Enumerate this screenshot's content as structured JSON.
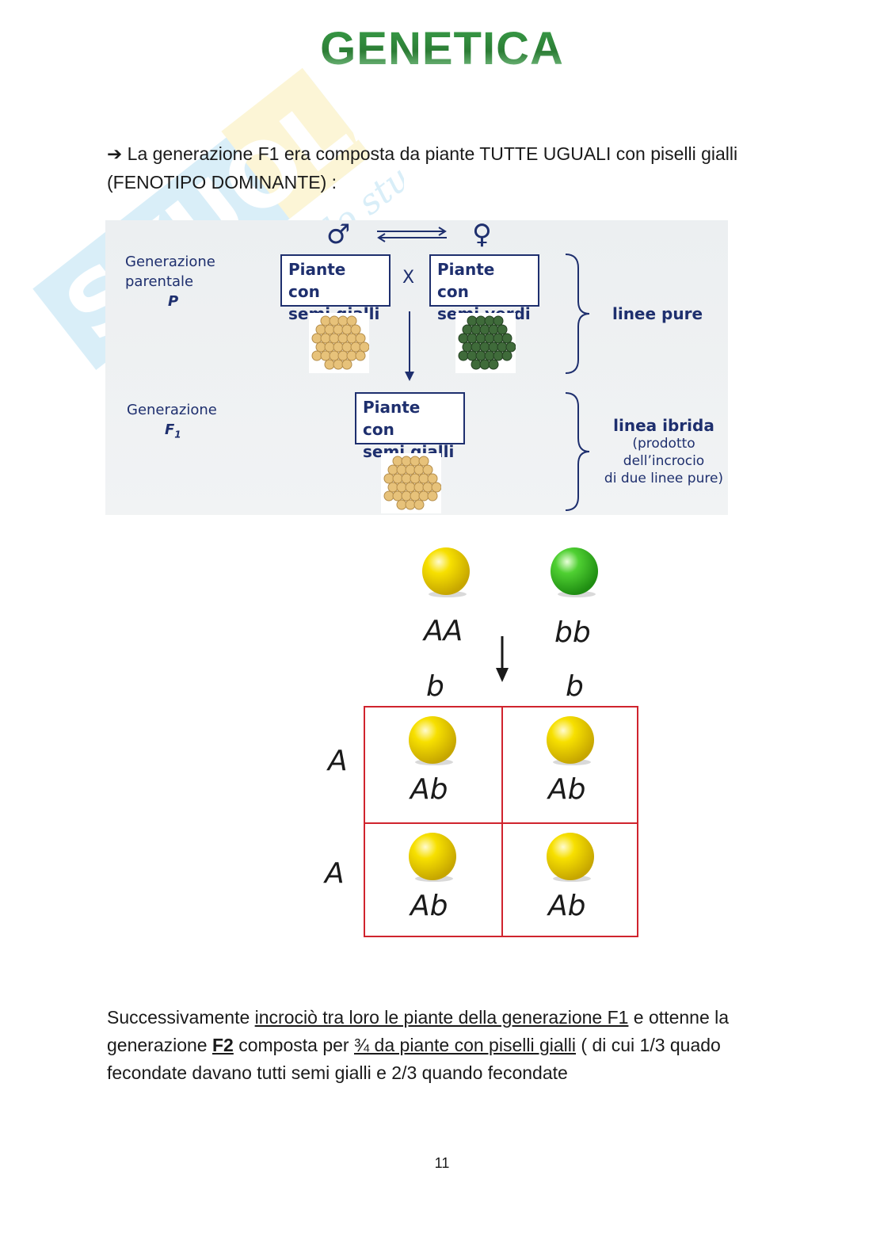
{
  "header": {
    "title": "GENETICA"
  },
  "watermark": {
    "brand": "SKUOLA.net",
    "tagline": "il paradiso dello studente"
  },
  "intro": {
    "arrow": "➔",
    "text": "La generazione F1 era composta da piante TUTTE UGUALI con piselli gialli (FENOTIPO DOMINANTE) :"
  },
  "diagram": {
    "male_symbol": "♂",
    "female_symbol": "♀",
    "parental_label": [
      "Generazione",
      "parentale",
      "P"
    ],
    "f1_label": [
      "Generazione",
      "F"
    ],
    "f1_sub": "1",
    "box_yellow": [
      "Piante con",
      "semi gialli"
    ],
    "box_green": [
      "Piante con",
      "semi verdi"
    ],
    "cross": "X",
    "box_f1": [
      "Piante con",
      "semi gialli"
    ],
    "pure_lines": "linee pure",
    "hybrid_title": "linea ibrida",
    "hybrid_desc": [
      "(prodotto",
      "dell’incrocio",
      "di due linee pure)"
    ],
    "colors": {
      "navy": "#1e2f6e",
      "yellow_seed": "#e7c27a",
      "green_seed": "#3f6b3a"
    }
  },
  "punnett": {
    "parent1": "AA",
    "parent2": "bb",
    "col_alleles": [
      "b",
      "b"
    ],
    "row_alleles": [
      "A",
      "A"
    ],
    "cells": [
      "Ab",
      "Ab",
      "Ab",
      "Ab"
    ],
    "colors": {
      "grid": "#d0242e",
      "yellow": "#f2d600",
      "green": "#3fbf2a"
    }
  },
  "body": {
    "p1_pre": "Successivamente ",
    "p1_u": "incrociò tra loro le piante della generazione F1",
    "p1_post": " e ottenne la generazione ",
    "p1_f2": "F2",
    "p1_mid": " composta per ",
    "p1_u2": "¾ da piante con piselli gialli",
    "p1_end": " ( di cui 1/3 quado fecondate davano tutti semi gialli e 2/3 quando fecondate"
  },
  "footer": {
    "page": "11"
  }
}
